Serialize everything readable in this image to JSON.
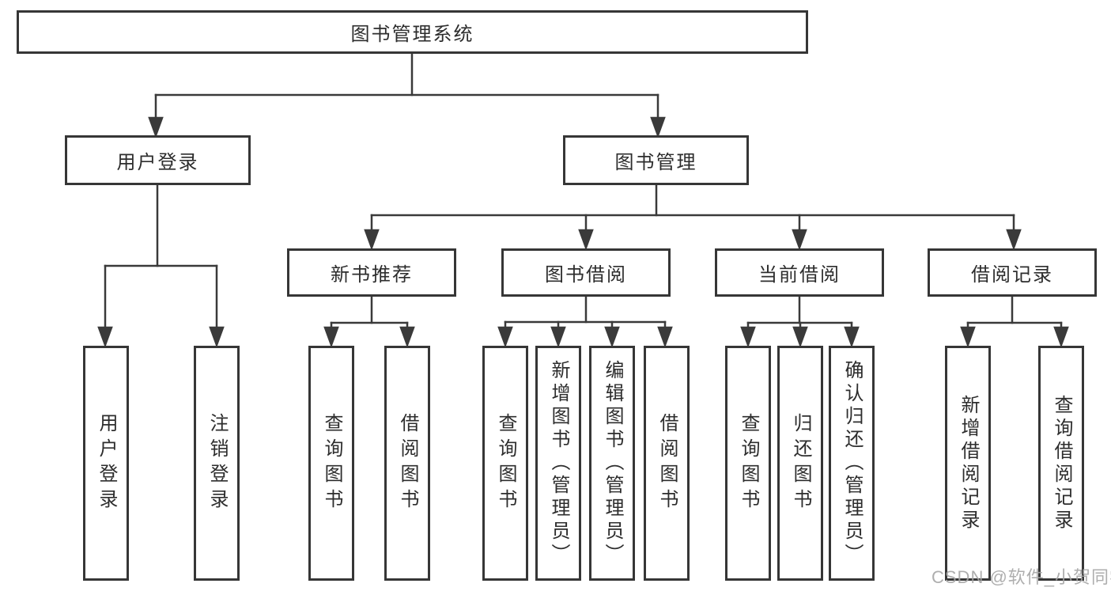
{
  "diagram": {
    "root": {
      "label": "图书管理系统"
    },
    "branches": [
      {
        "label": "用户登录",
        "children": [
          "用户登录",
          "注销登录"
        ]
      },
      {
        "label": "图书管理",
        "groups": [
          {
            "label": "新书推荐",
            "children": [
              "查询图书",
              "借阅图书"
            ]
          },
          {
            "label": "图书借阅",
            "children": [
              "查询图书",
              "新增图书（管理员）",
              "编辑图书（管理员）",
              "借阅图书"
            ]
          },
          {
            "label": "当前借阅",
            "children": [
              "查询图书",
              "归还图书",
              "确认归还（管理员）"
            ]
          },
          {
            "label": "借阅记录",
            "children": [
              "新增借阅记录",
              "查询借阅记录"
            ]
          }
        ]
      }
    ]
  },
  "watermark": {
    "text": "CSDN @软件_小贺同学"
  },
  "colors": {
    "line": "#3a3a3a",
    "border": "#363636",
    "text": "#2d2d2d",
    "watermark": "#a5a5a5",
    "background": "#ffffff"
  }
}
